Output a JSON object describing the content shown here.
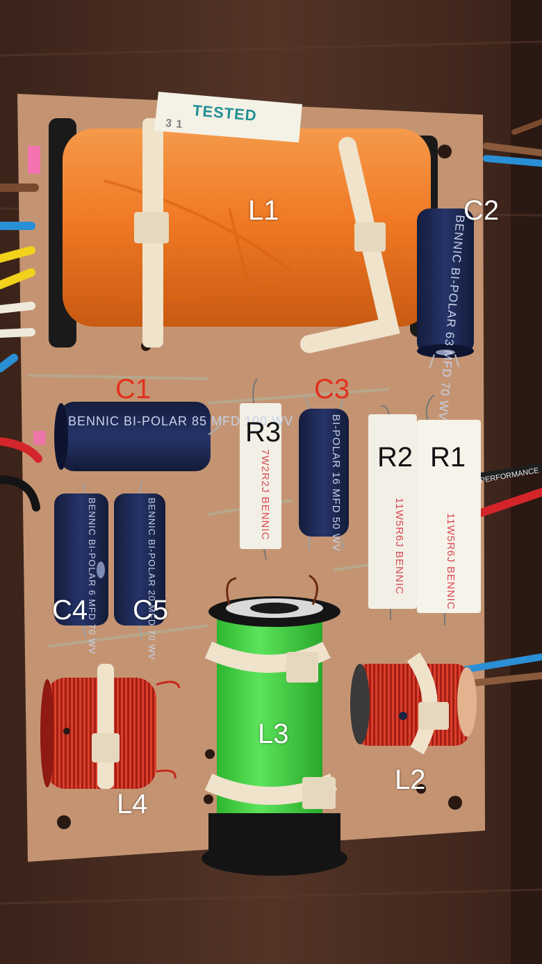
{
  "labels": {
    "L1": "L1",
    "L2": "L2",
    "L3": "L3",
    "L4": "L4",
    "C1": "C1",
    "C2": "C2",
    "C3": "C3",
    "C4": "C4",
    "C5": "C5",
    "R1": "R1",
    "R2": "R2",
    "R3": "R3"
  },
  "sticker": {
    "text": "TESTED",
    "digits": "3 1"
  },
  "capacitor_print": {
    "c1": "BENNIC  BI-POLAR  85 MFD  100 WV",
    "c2": "BENNIC  BI-POLAR  63 MFD  70 WV",
    "c3": "BI-POLAR  16 MFD  50 WV",
    "c4": "BENNIC  BI-POLAR  6 MFD  70 WV",
    "c5": "BENNIC  BI-POLAR  20 MFD  70 WV"
  },
  "resistor_print": {
    "r1": "11W5R6J  BENNIC",
    "r2": "11W5R6J  BENNIC",
    "r3": "7W2R2J  BENNIC"
  },
  "cable_print": "PERFORMANCE",
  "colors": {
    "board": "#c49472",
    "wood": "#4a2d22",
    "orange_coil": "#f07a25",
    "green_coil": "#3fd63f",
    "copper": "#c8281c",
    "cap_blue": "#1e2a55",
    "resistor_white": "#f2efe6",
    "label_red": "#e0311d"
  }
}
